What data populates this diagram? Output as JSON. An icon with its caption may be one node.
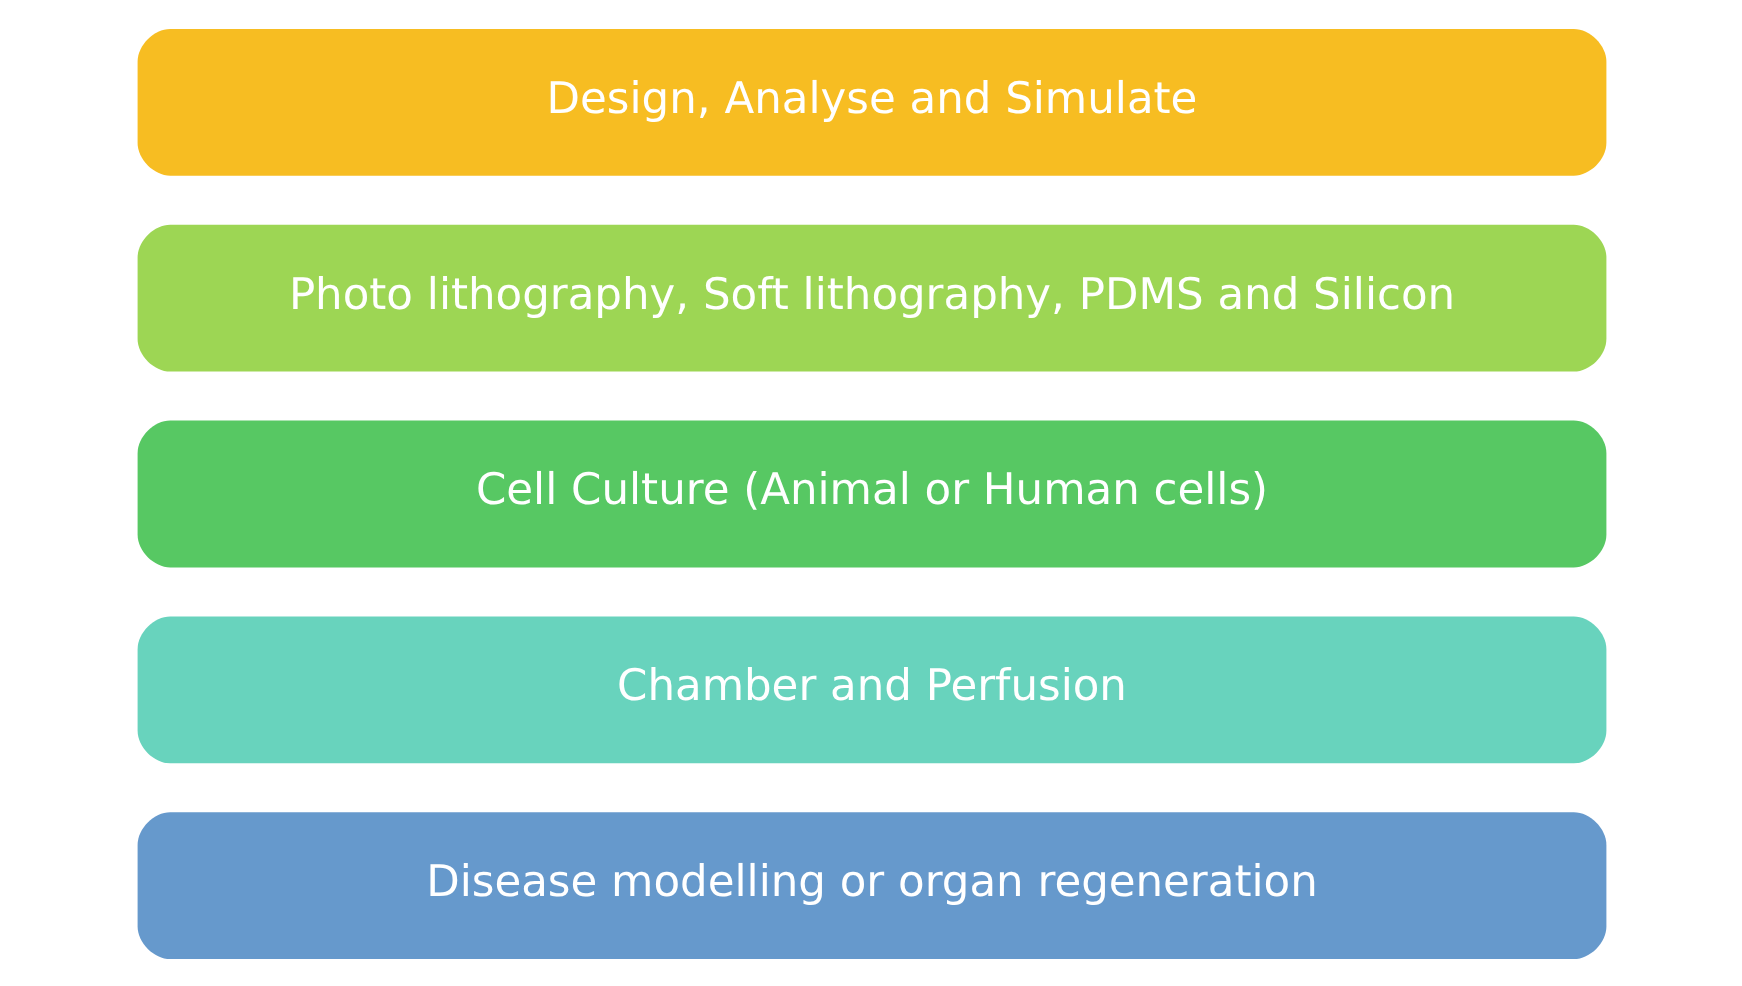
{
  "diagram": {
    "nodes": [
      {
        "text": [
          "Design, Analyse and Simulate"
        ]
      },
      {
        "text": [
          "Photo lithography, Soft lithography, PDMS and Silicon"
        ]
      },
      {
        "text": [
          "Cell Culture (Animal or Human cells)"
        ]
      },
      {
        "text": [
          "Chamber and Perfusion"
        ]
      },
      {
        "text": [
          "Disease modelling or organ regeneration"
        ]
      }
    ],
    "edges": []
  }
}
